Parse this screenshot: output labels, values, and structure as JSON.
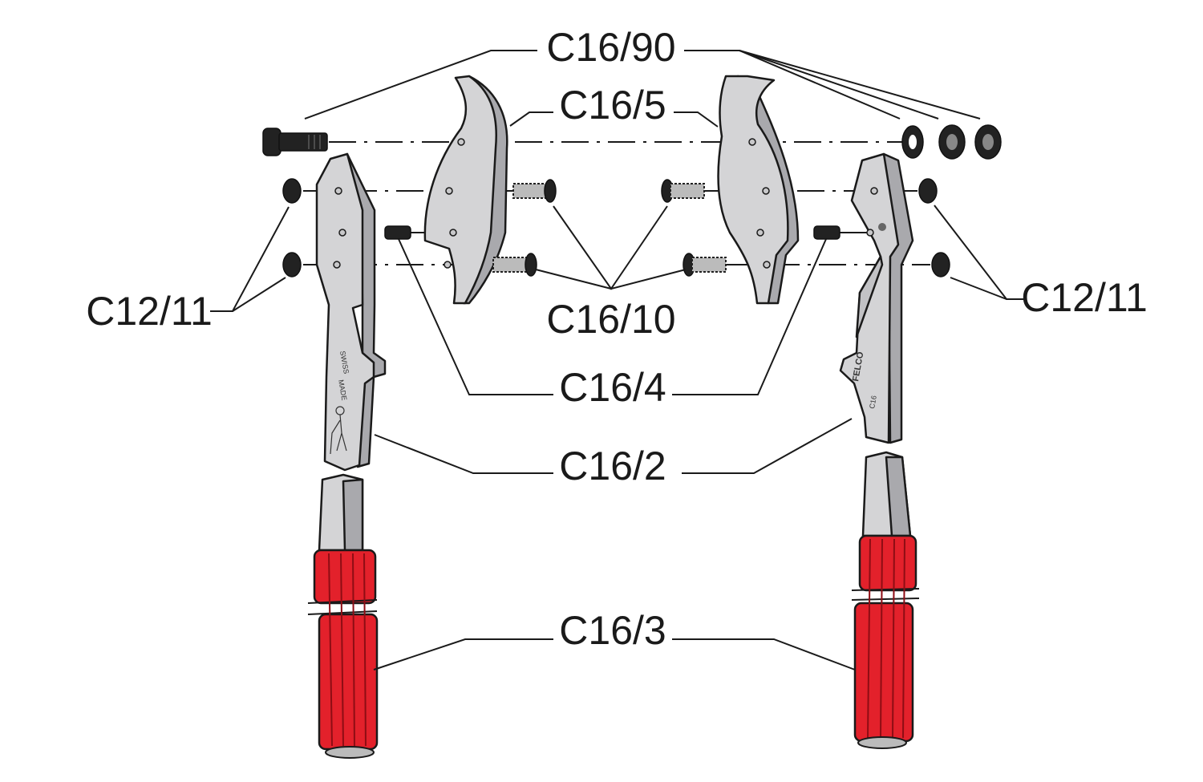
{
  "labels": {
    "bolt_set": "C16/90",
    "blade": "C16/5",
    "nut_left": "C12/11",
    "nut_right": "C12/11",
    "screw": "C16/10",
    "pin": "C16/4",
    "handle_head": "C16/2",
    "grip": "C16/3"
  },
  "engravings": {
    "left_handle_line1": "SWISS",
    "left_handle_line2": "MADE",
    "right_handle_brand": "FELCO",
    "right_handle_model": "C16"
  },
  "colors": {
    "metal": "#d4d4d6",
    "metal_shadow": "#a9a9ad",
    "grip": "#e3212b",
    "hardware": "#222222",
    "line": "#1a1a1a"
  }
}
